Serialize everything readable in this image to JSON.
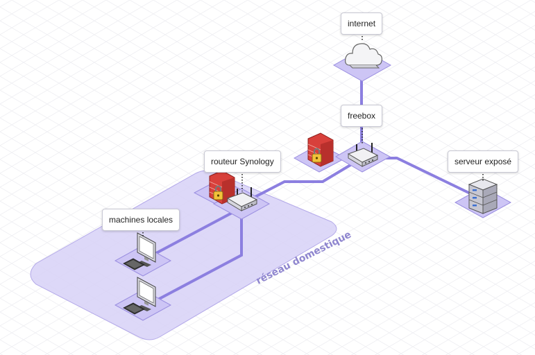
{
  "nodes": {
    "internet": {
      "label": "internet"
    },
    "freebox": {
      "label": "freebox"
    },
    "router": {
      "label": "routeur Synology"
    },
    "server": {
      "label": "serveur exposé"
    },
    "local_machines": {
      "label": "machines locales"
    }
  },
  "zones": {
    "home_network": {
      "label": "réseau domestique"
    }
  },
  "colors": {
    "zone_fill": "#d8d2f7",
    "zone_stroke": "#a79be6",
    "tile_fill": "#cdc5f5",
    "tile_stroke": "#9a8ee0",
    "link": "#8c7fe0",
    "zone_text": "#8f86cf",
    "grid": "#eeeef2"
  }
}
